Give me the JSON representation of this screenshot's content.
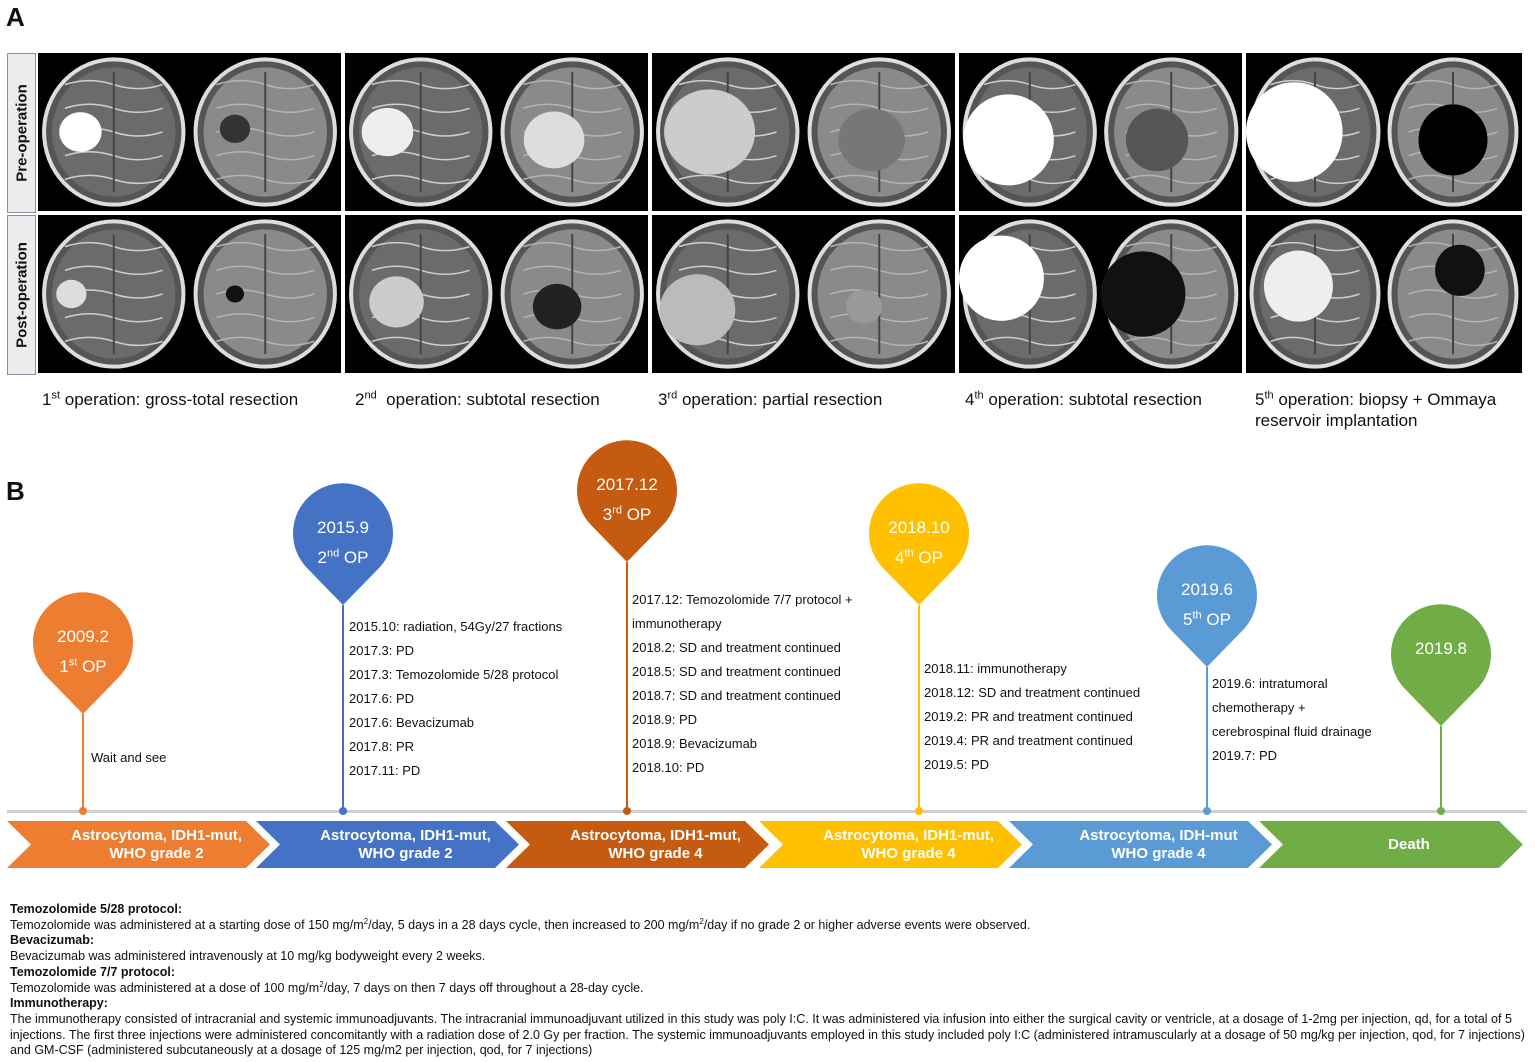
{
  "panel_a": {
    "letter": "A",
    "row_labels": [
      "Pre-operation",
      "Post-operation"
    ],
    "operations": [
      {
        "ord": "1",
        "sup": "st",
        "caption": " operation: gross-total resection"
      },
      {
        "ord": "2",
        "sup": "nd",
        "caption": "  operation: subtotal resection"
      },
      {
        "ord": "3",
        "sup": "rd",
        "caption": " operation: partial resection"
      },
      {
        "ord": "4",
        "sup": "th",
        "caption": " operation: subtotal resection"
      },
      {
        "ord": "5",
        "sup": "th",
        "caption": " operation: biopsy + Ommaya reservoir implantation"
      }
    ]
  },
  "panel_b": {
    "letter": "B",
    "milestones": [
      {
        "date": "2009.2",
        "op_num": "1",
        "op_sup": "st",
        "op_suffix": " OP",
        "color": "#ED7D31",
        "events": [
          "Wait and see"
        ]
      },
      {
        "date": "2015.9",
        "op_num": "2",
        "op_sup": "nd",
        "op_suffix": " OP",
        "color": "#4472C4",
        "events": [
          "2015.10: radiation, 54Gy/27 fractions",
          "2017.3: PD",
          "2017.3: Temozolomide 5/28 protocol",
          "2017.6: PD",
          "2017.6: Bevacizumab",
          "2017.8: PR",
          "2017.11: PD"
        ]
      },
      {
        "date": "2017.12",
        "op_num": "3",
        "op_sup": "rd",
        "op_suffix": " OP",
        "color": "#C55A11",
        "events": [
          "2017.12: Temozolomide 7/7 protocol +",
          "immunotherapy",
          "2018.2: SD and treatment continued",
          "2018.5: SD and treatment continued",
          "2018.7: SD and treatment continued",
          "2018.9: PD",
          "2018.9: Bevacizumab",
          "2018.10: PD"
        ]
      },
      {
        "date": "2018.10",
        "op_num": "4",
        "op_sup": "th",
        "op_suffix": " OP",
        "color": "#FFC000",
        "events": [
          "2018.11: immunotherapy",
          "2018.12: SD and treatment continued",
          "2019.2: PR and treatment continued",
          "2019.4: PR and treatment continued",
          "2019.5: PD"
        ]
      },
      {
        "date": "2019.6",
        "op_num": "5",
        "op_sup": "th",
        "op_suffix": " OP",
        "color": "#5B9BD5",
        "events": [
          "2019.6: intratumoral",
          "chemotherapy +",
          "cerebrospinal fluid drainage",
          "2019.7: PD"
        ]
      },
      {
        "date": "2019.8",
        "op_num": "",
        "op_sup": "",
        "op_suffix": "",
        "color": "#70AD47",
        "events": []
      }
    ],
    "stages": [
      {
        "line1": "Astrocytoma, IDH1-mut,",
        "line2": "WHO grade 2",
        "color": "#ED7D31"
      },
      {
        "line1": "Astrocytoma, IDH1-mut,",
        "line2": "WHO grade 2",
        "color": "#4472C4"
      },
      {
        "line1": "Astrocytoma, IDH1-mut,",
        "line2": "WHO grade 4",
        "color": "#C55A11"
      },
      {
        "line1": "Astrocytoma, IDH1-mut,",
        "line2": "WHO grade 4",
        "color": "#FFC000"
      },
      {
        "line1": "Astrocytoma, IDH-mut",
        "line2": "WHO grade 4",
        "color": "#5B9BD5"
      },
      {
        "line1": "Death",
        "line2": "",
        "color": "#70AD47"
      }
    ]
  },
  "notes": {
    "tmz528_title": "Temozolomide 5/28 protocol:",
    "tmz528_a": "Temozolomide was administered at a starting dose of 150 mg/m",
    "tmz528_sup1": "2",
    "tmz528_b": "/day, 5 days in a 28 days cycle, then increased to 200 mg/m",
    "tmz528_sup2": "2",
    "tmz528_c": "/day if no grade 2 or higher adverse events were observed.",
    "bev_title": "Bevacizumab:",
    "bev_text": "Bevacizumab was administered intravenously at 10 mg/kg bodyweight every 2 weeks.",
    "tmz77_title": "Temozolomide 7/7 protocol:",
    "tmz77_a": "Temozolomide was administered at a dose of 100 mg/m",
    "tmz77_sup": "2",
    "tmz77_b": "/day, 7 days on then 7 days off throughout a 28-day cycle.",
    "immuno_title": "Immunotherapy:",
    "immuno_text": "The immunotherapy consisted of intracranial and systemic immunoadjuvants. The intracranial immunoadjuvant utilized in this study was poly I:C. It was administered via infusion into either the surgical cavity or ventricle, at a dosage of 1-2mg per injection, qd, for a total of 5 injections. The first three injections were administered concomitantly with a radiation dose of 2.0 Gy per fraction. The systemic immunoadjuvants employed in this study included poly I:C (administered intramuscularly at a dosage of 50 mg/kg per injection, qod, for 7 injections) and GM-CSF (administered subcutaneously at a dosage of 125 mg/m2 per injection, qod, for 7 injections)"
  }
}
